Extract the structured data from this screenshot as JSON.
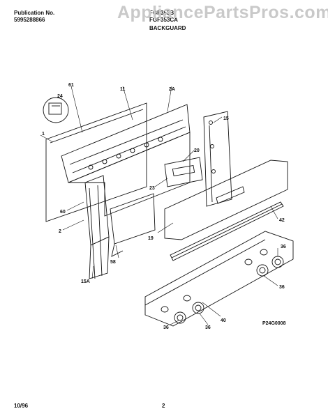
{
  "header": {
    "publication_label": "Publication No.",
    "publication_number": "5995288866",
    "model_1": "FGF353B",
    "model_2": "FGF353CA",
    "section_title": "BACKGUARD"
  },
  "watermark": "AppliancePartsPros.com",
  "callouts": [
    "61",
    "24",
    "11",
    "2A",
    "15",
    "1",
    "20",
    "23",
    "60",
    "2",
    "42",
    "19",
    "58",
    "15A",
    "36",
    "36",
    "40",
    "36",
    "36"
  ],
  "diagram_code": "P24G0008",
  "footer": {
    "date": "10/96",
    "page": "2"
  }
}
